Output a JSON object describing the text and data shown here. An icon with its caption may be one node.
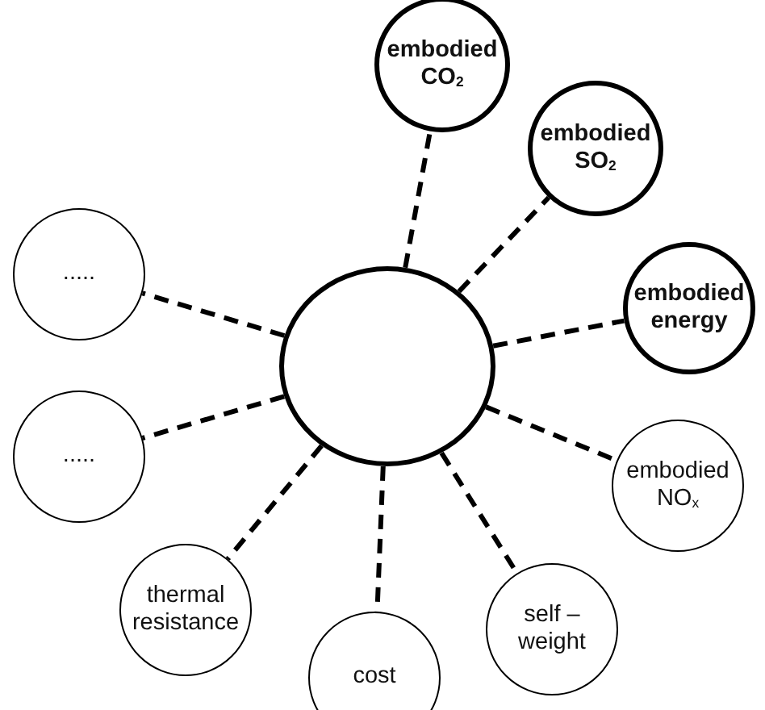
{
  "diagram": {
    "nodes": [
      {
        "text": [
          "embodied CO$_{2}$"
        ]
      },
      {
        "text": [
          "embodied SO$_{2}$"
        ]
      },
      {
        "text": [
          "....."
        ]
      },
      {
        "text": [
          "embodied energy"
        ]
      },
      {
        "text": [],
        "shape": "circle"
      },
      {
        "text": [
          "....."
        ]
      },
      {
        "text": [
          "embodied NO$_{x}$"
        ]
      },
      {
        "text": [
          "thermal resistance"
        ]
      },
      {
        "text": [
          "self – weight"
        ]
      },
      {
        "text": [
          "cost"
        ]
      }
    ],
    "edges": [
      {
        "from": 4,
        "to": 0,
        "arrow": "none",
        "style": "dashed"
      },
      {
        "from": 4,
        "to": 1,
        "arrow": "none",
        "style": "dashed"
      },
      {
        "from": 4,
        "to": 2,
        "arrow": "none",
        "style": "dashed"
      },
      {
        "from": 4,
        "to": 3,
        "arrow": "none",
        "style": "dashed"
      },
      {
        "from": 4,
        "to": 5,
        "arrow": "none",
        "style": "dashed"
      },
      {
        "from": 4,
        "to": 6,
        "arrow": "none",
        "style": "dashed"
      },
      {
        "from": 4,
        "to": 7,
        "arrow": "none",
        "style": "dashed"
      },
      {
        "from": 4,
        "to": 8,
        "arrow": "none",
        "style": "dashed"
      },
      {
        "from": 4,
        "to": 9,
        "arrow": "none",
        "style": "dashed"
      }
    ]
  }
}
